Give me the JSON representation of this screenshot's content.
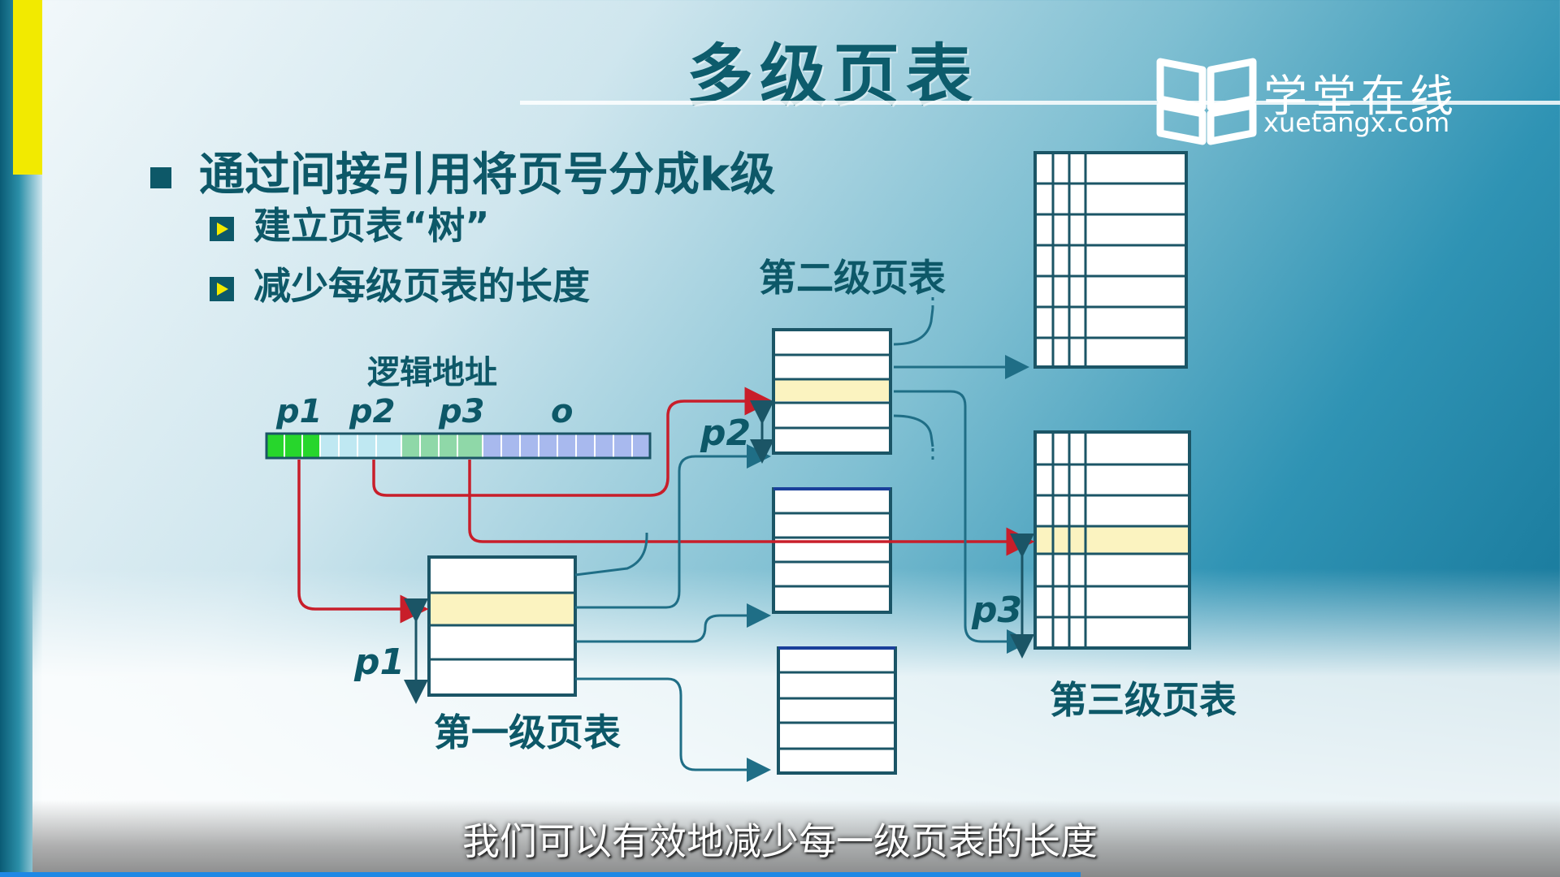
{
  "slide": {
    "title": "多级页表",
    "logo_text": "学堂在线",
    "logo_url": "xuetangx.com",
    "bullet_main": "通过间接引用将页号分成k级",
    "sub_items": [
      "建立页表“树”",
      "减少每级页表的长度"
    ]
  },
  "diagram": {
    "logical_address_label": "逻辑地址",
    "field_labels": [
      "p1",
      "p2",
      "p3",
      "o"
    ],
    "level1_label": "第一级页表",
    "level2_label": "第二级页表",
    "level3_label": "第三级页表",
    "offset_labels": [
      "p1",
      "p2",
      "p3"
    ]
  },
  "caption": "我们可以有效地减少每一级页表的长度",
  "colors": {
    "highlight_row": "#fbf3c0",
    "red_arrow": "#c81e2a",
    "teal_line": "#1f6e86",
    "box_border": "#1b5566"
  }
}
